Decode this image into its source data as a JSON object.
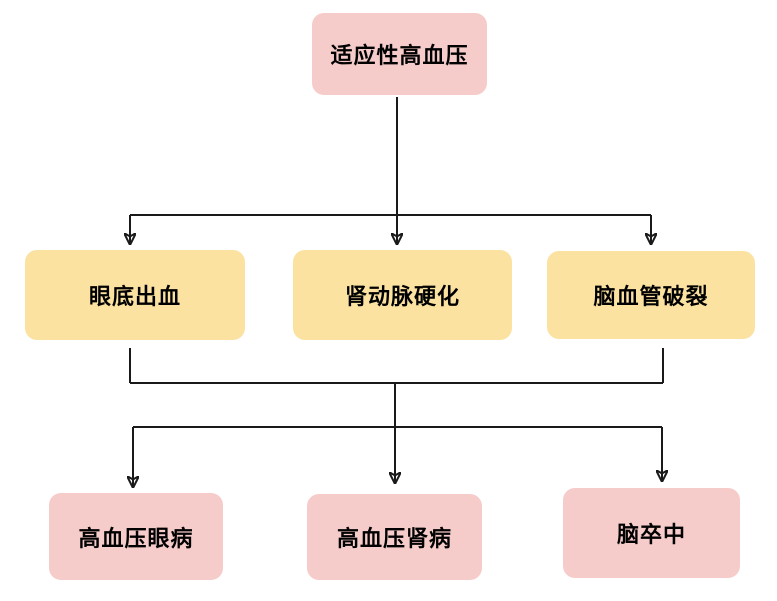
{
  "diagram": {
    "title": "hypertension-complications-flowchart",
    "colors": {
      "node_pink": "#F6CCCA",
      "node_yellow": "#FBE2A1",
      "line": "#1A1A1A",
      "text": "#000000",
      "background": "#FFFFFF"
    },
    "nodes": {
      "root": {
        "label": "适应性高血压",
        "fill": "#F6CCCA"
      },
      "mid_left": {
        "label": "眼底出血",
        "fill": "#FBE2A1"
      },
      "mid_center": {
        "label": "肾动脉硬化",
        "fill": "#FBE2A1"
      },
      "mid_right": {
        "label": "脑血管破裂",
        "fill": "#FBE2A1"
      },
      "bot_left": {
        "label": "高血压眼病",
        "fill": "#F6CCCA"
      },
      "bot_center": {
        "label": "高血压肾病",
        "fill": "#F6CCCA"
      },
      "bot_right": {
        "label": "脑卒中",
        "fill": "#F6CCCA"
      }
    },
    "edges": [
      {
        "from": [
          "root"
        ],
        "to": [
          "mid_left",
          "mid_center",
          "mid_right"
        ]
      },
      {
        "from": [
          "mid_left",
          "mid_right"
        ],
        "to": [
          "bot_left",
          "bot_center",
          "bot_right"
        ]
      }
    ]
  }
}
